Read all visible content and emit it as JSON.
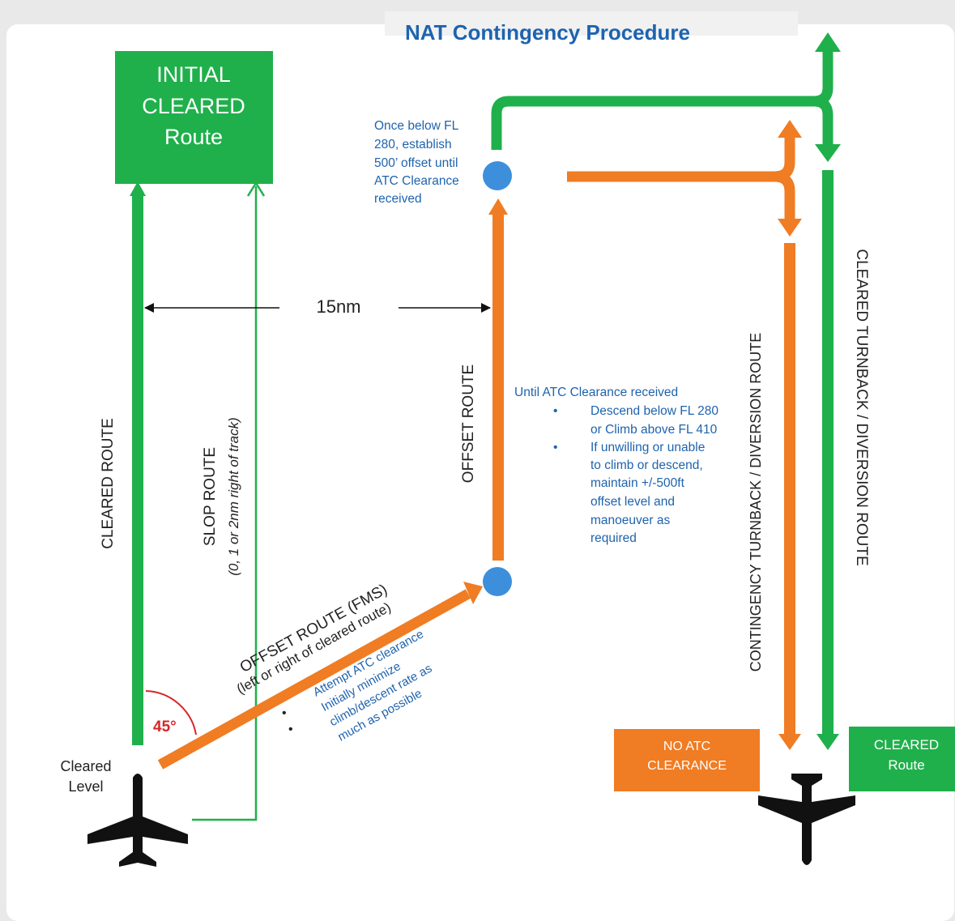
{
  "title": "NAT Contingency Procedure",
  "initial_box": {
    "line1": "INITIAL",
    "line2": "CLEARED",
    "line3": "Route"
  },
  "distance_label": "15nm",
  "cleared_route_label": "CLEARED ROUTE",
  "slop_route": {
    "label": "SLOP ROUTE",
    "sublabel": "(0, 1 or 2nm right of track)"
  },
  "offset_route_vertical_label": "OFFSET ROUTE",
  "offset_route_fms": {
    "label": "OFFSET ROUTE  (FMS)",
    "sublabel": "(left or right of cleared route)"
  },
  "attempt_notes": {
    "bullet": "•",
    "lines": [
      "Attempt ATC clearance",
      "Initially minimize",
      "climb/descent rate as",
      "much as possible"
    ]
  },
  "angle_label": "45°",
  "cleared_level": {
    "line1": "Cleared",
    "line2": "Level"
  },
  "below_fl280_note": {
    "lines": [
      "Once below FL",
      "280, establish",
      "500’ offset until",
      "ATC Clearance",
      "received"
    ]
  },
  "until_atc": {
    "heading": "Until ATC Clearance received",
    "bullet": "•",
    "bullet1": [
      "Descend below FL 280",
      "or Climb above FL 410"
    ],
    "bullet2": [
      "If unwilling or unable",
      "to climb or descend,",
      "maintain +/-500ft",
      "offset level and",
      "manoeuver as",
      "required"
    ]
  },
  "contingency_label": "CONTINGENCY TURNBACK / DIVERSION  ROUTE",
  "cleared_turnback_label": "CLEARED TURNBACK / DIVERSION  ROUTE",
  "no_atc_box": {
    "line1": "NO ATC",
    "line2": "CLEARANCE"
  },
  "cleared_route_box": {
    "line1": "CLEARED",
    "line2": "Route"
  },
  "colors": {
    "green": "#1fb04b",
    "orange": "#f07c23",
    "blue_dot": "#3d8fdc",
    "title_blue": "#1e63b0"
  }
}
